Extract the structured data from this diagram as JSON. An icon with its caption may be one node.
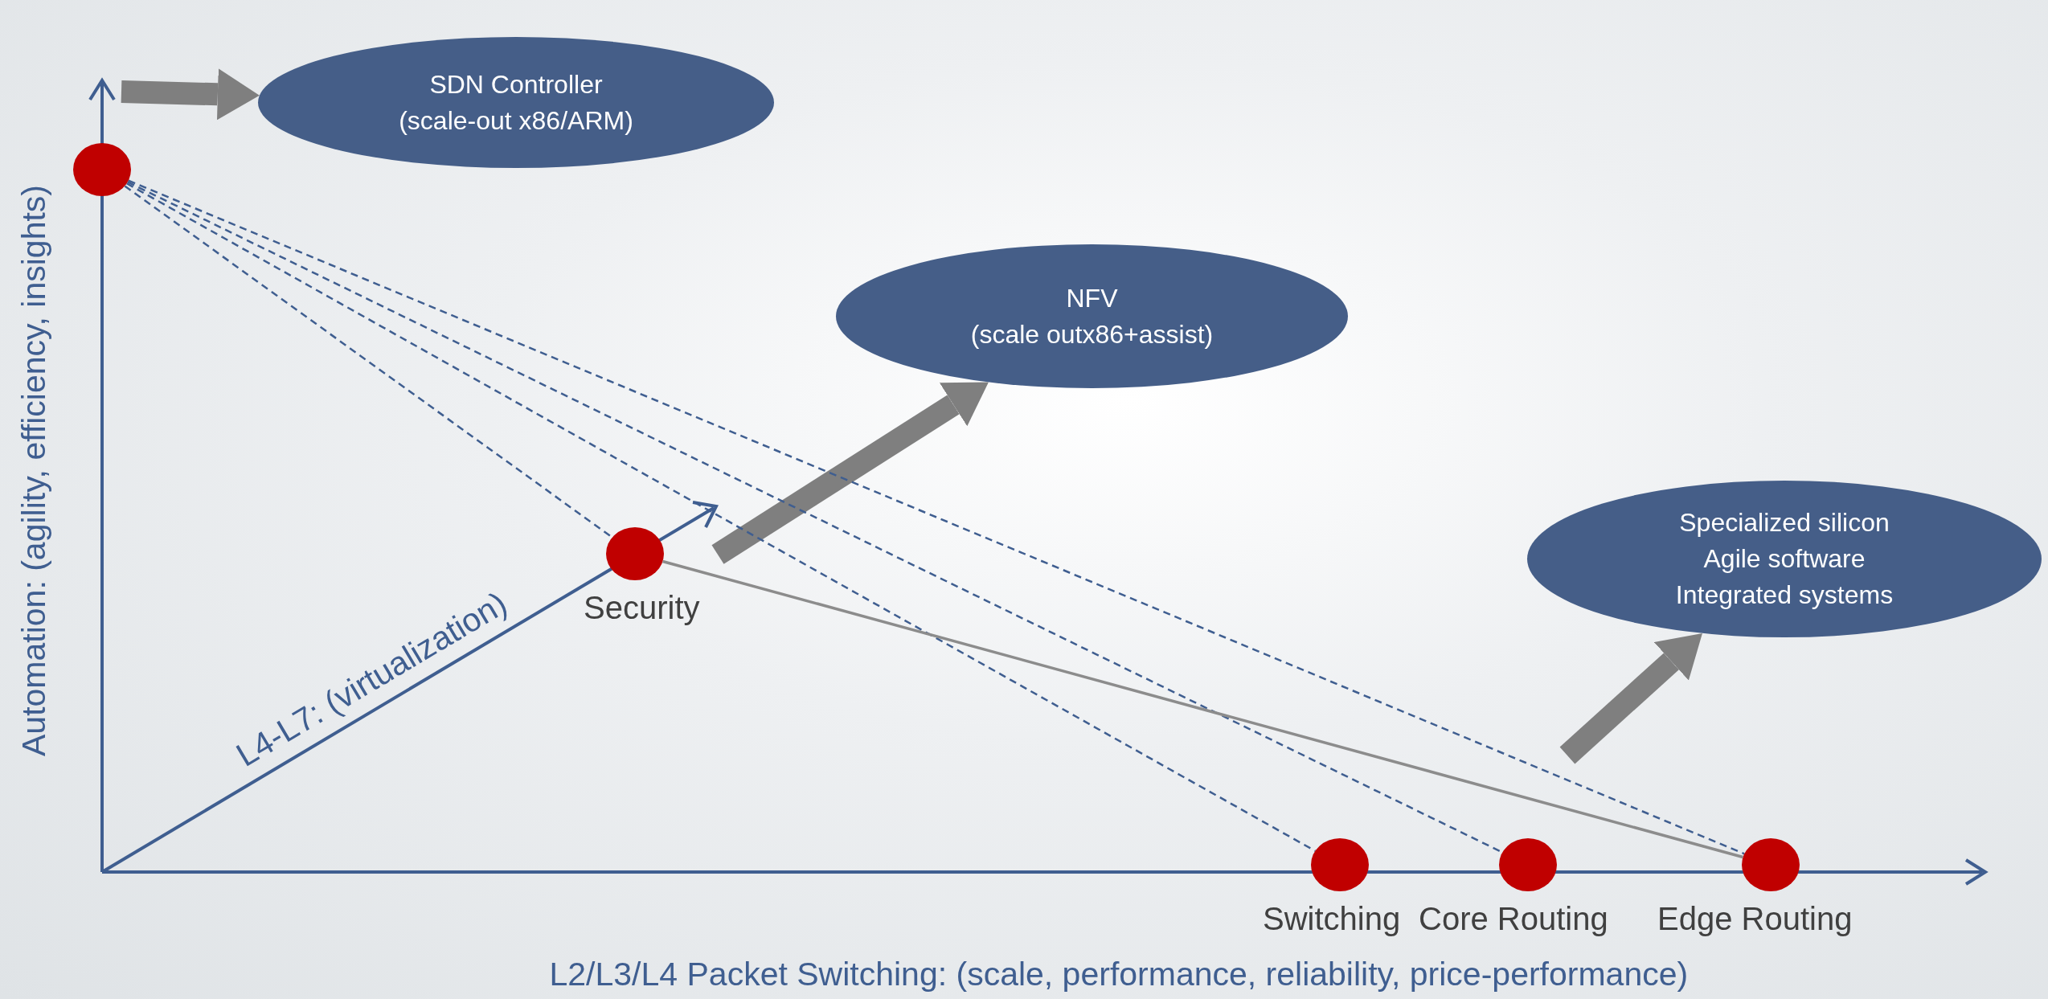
{
  "diagram": {
    "nodes": [
      {
        "text": [],
        "shape": "circle"
      },
      {
        "text": [
          "SDN Controller",
          "(scale-out x86/ARM)"
        ]
      },
      {
        "text": [
          "NFV",
          "(scale outx86+assist)"
        ]
      },
      {
        "text": [],
        "shape": "circle",
        "beside": [
          "Security"
        ]
      },
      {
        "text": [
          "Specialized silicon",
          "Agile software",
          "Integrated systems"
        ]
      },
      {
        "text": [],
        "shape": "circle",
        "beside": [
          "Switching"
        ]
      },
      {
        "text": [],
        "shape": "circle",
        "beside": [
          "Core Routing"
        ]
      },
      {
        "text": [],
        "shape": "circle",
        "beside": [
          "Edge Routing"
        ]
      }
    ],
    "edges": [
      {
        "from": null,
        "to": 1,
        "arrow": "to",
        "style": "thick",
        "color": "#7f7f7f"
      },
      {
        "from": null,
        "to": 2,
        "arrow": "to",
        "style": "thick",
        "color": "#7f7f7f"
      },
      {
        "from": null,
        "to": 4,
        "arrow": "to",
        "style": "thick",
        "color": "#7f7f7f"
      },
      {
        "from": 0,
        "to": 3,
        "arrow": "none",
        "style": "dashed"
      },
      {
        "from": 0,
        "to": 5,
        "arrow": "none",
        "style": "dashed"
      },
      {
        "from": 0,
        "to": 6,
        "arrow": "none",
        "style": "dashed"
      },
      {
        "from": 0,
        "to": 7,
        "arrow": "none",
        "style": "dashed"
      },
      {
        "from": 3,
        "to": 7,
        "arrow": "none",
        "color": "#8c8c8c"
      }
    ],
    "labels": [
      "Automation: (agility, efficiency, insights)",
      "L4-L7: (virtualization)",
      "L2/L3/L4 Packet Switching: (scale, performance, reliability, price-performance)"
    ]
  }
}
